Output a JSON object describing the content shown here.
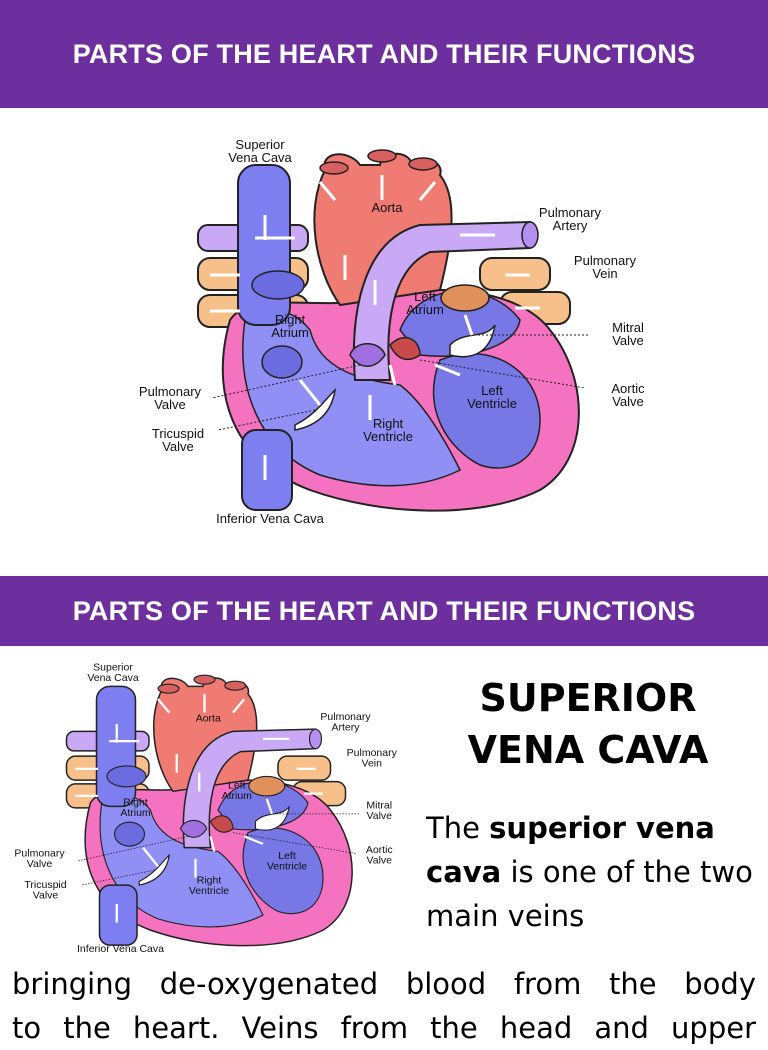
{
  "slide1": {
    "title": "PARTS OF THE HEART AND THEIR FUNCTIONS"
  },
  "slide2": {
    "title": "PARTS OF THE HEART AND THEIR FUNCTIONS",
    "heading_line1": "SUPERIOR",
    "heading_line2": "VENA CAVA",
    "para_the": "The ",
    "para_bold": "superior vena cava",
    "para_rest": " is one of the two main veins",
    "para_line2": "bringing de-oxygenated blood from the body",
    "para_line3": "to the heart. Veins from the head and upper"
  },
  "diagram": {
    "superior_vena_cava_1": "Superior",
    "superior_vena_cava_2": "Vena Cava",
    "aorta": "Aorta",
    "pulmonary_artery_1": "Pulmonary",
    "pulmonary_artery_2": "Artery",
    "pulmonary_vein_1": "Pulmonary",
    "pulmonary_vein_2": "Vein",
    "left_atrium_1": "Left",
    "left_atrium_2": "Atrium",
    "right_atrium_1": "Right",
    "right_atrium_2": "Atrium",
    "mitral_valve_1": "Mitral",
    "mitral_valve_2": "Valve",
    "pulmonary_valve_1": "Pulmonary",
    "pulmonary_valve_2": "Valve",
    "aortic_valve_1": "Aortic",
    "aortic_valve_2": "Valve",
    "left_ventricle_1": "Left",
    "left_ventricle_2": "Ventricle",
    "right_ventricle_1": "Right",
    "right_ventricle_2": "Ventricle",
    "tricuspid_valve_1": "Tricuspid",
    "tricuspid_valve_2": "Valve",
    "inferior_vena_cava": "Inferior Vena Cava"
  },
  "colors": {
    "banner": "#6e2f9e",
    "aorta": "#f07b72",
    "pulmonary_artery": "#c9a8f5",
    "vena_cava": "#7d7ef0",
    "pulmonary_vein": "#f7c08a",
    "heart_wall": "#f472c0",
    "right_side": "#8f8ff5",
    "left_side": "#7777e6"
  }
}
